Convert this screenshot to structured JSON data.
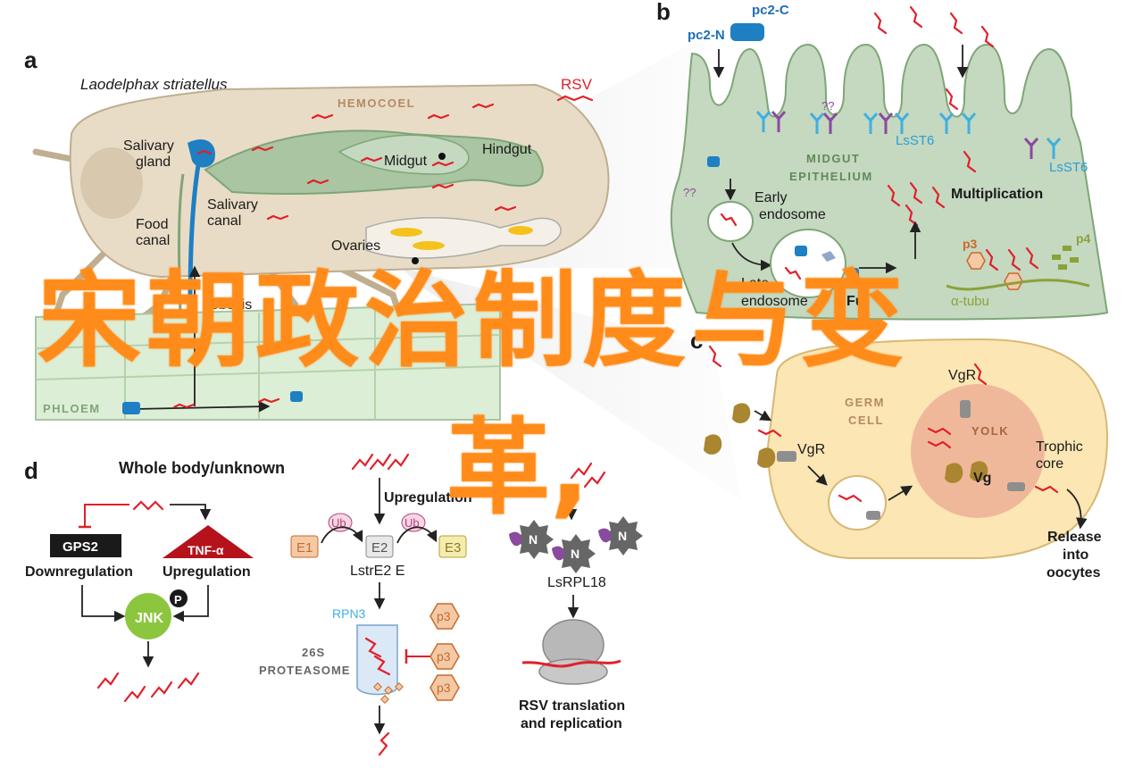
{
  "panels": {
    "a": {
      "letter": "a",
      "species": "Laodelphax striatellus",
      "virus": "RSV",
      "hemocoel": "HEMOCOEL",
      "salivary_gland": [
        "Salivary",
        "gland"
      ],
      "salivary_canal": [
        "Salivary",
        "canal"
      ],
      "food_canal": [
        "Food",
        "canal"
      ],
      "midgut": "Midgut",
      "hindgut": "Hindgut",
      "ovaries": "Ovaries",
      "phloem": "PHLOEM",
      "partial_label": "obosis"
    },
    "b": {
      "letter": "b",
      "pc2c": "pc2-C",
      "pc2n": "pc2-N",
      "midgut_epithelium": [
        "MIDGUT",
        "EPITHELIUM"
      ],
      "lsst6_a": "LsST6",
      "lsst6_b": "LsST6",
      "unknown_a": "??",
      "unknown_b": "??",
      "early_endosome": [
        "Early",
        "endosome"
      ],
      "late_endosome_partial": [
        "Late",
        "endosome"
      ],
      "fusion_partial": "Fu",
      "multiplication": "Multiplication",
      "p3": "p3",
      "p4": "p4",
      "tubule_partial": "α-tubu"
    },
    "c": {
      "letter": "c",
      "germ_cell": [
        "GERM",
        "CELL"
      ],
      "yolk": "YOLK",
      "vgr_a": "VgR",
      "vgr_b": "VgR",
      "vg": "Vg",
      "trophic_core": [
        "Trophic",
        "core"
      ],
      "release": [
        "Release",
        "into",
        "oocytes"
      ]
    },
    "d": {
      "letter": "d",
      "title": "Whole body/unknown",
      "gps2": "GPS2",
      "downregulation": "Downregulation",
      "tnf": "TNF-α",
      "upregulation_left": "Upregulation",
      "jnk": "JNK",
      "p": "P",
      "upregulation_center": "Upregulation",
      "ub1": "Ub",
      "ub2": "Ub",
      "e1": "E1",
      "e2": "E2",
      "e3": "E3",
      "lstre2e": "LstrE2 E",
      "rpn3": "RPN3",
      "proteasome": [
        "26S",
        "PROTEASOME"
      ],
      "p3_1": "p3",
      "p3_2": "p3",
      "p3_3": "p3",
      "n1": "N",
      "n2": "N",
      "n3": "N",
      "lsrpl18": "LsRPL18",
      "rsv_translation": [
        "RSV translation",
        "and replication"
      ]
    }
  },
  "overlay": {
    "line1": "宋朝政治制度与变",
    "line2": "革,"
  },
  "colors": {
    "body_tan": "#e9dcc6",
    "gut_green": "#a9c5a1",
    "epithelium_green": "#c5d8c0",
    "germ_cell": "#fbe6b4",
    "yolk": "#f0b89a",
    "rsv_red": "#e0202a",
    "overlay_orange": "#ff8c1a"
  }
}
